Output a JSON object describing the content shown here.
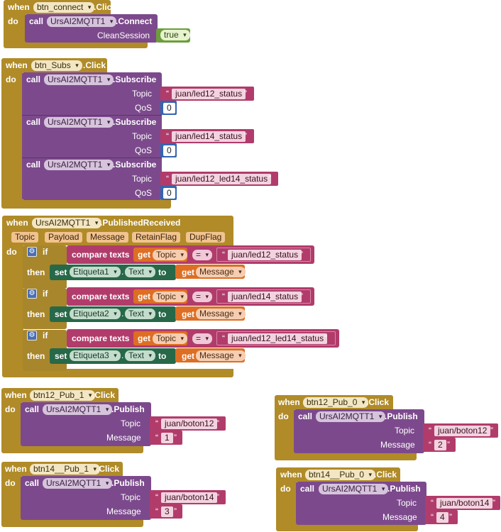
{
  "keywords": {
    "when": "when",
    "do": "do",
    "call": "call",
    "if": "if",
    "then": "then",
    "set": "set",
    "get": "get",
    "to": "to",
    "eq": "=",
    "open_quote": "“",
    "close_quote": "”"
  },
  "b1": {
    "component": "btn_connect",
    "event": ".Click",
    "mqtt": "UrsAI2MQTT1",
    "method": ".Connect",
    "param": "CleanSession",
    "value": "true"
  },
  "b2": {
    "component": "btn_Subs",
    "event": ".Click",
    "calls": [
      {
        "mqtt": "UrsAI2MQTT1",
        "method": ".Subscribe",
        "topic_label": "Topic",
        "topic": "juan/led12_status",
        "qos_label": "QoS",
        "qos": "0"
      },
      {
        "mqtt": "UrsAI2MQTT1",
        "method": ".Subscribe",
        "topic_label": "Topic",
        "topic": "juan/led14_status",
        "qos_label": "QoS",
        "qos": "0"
      },
      {
        "mqtt": "UrsAI2MQTT1",
        "method": ".Subscribe",
        "topic_label": "Topic",
        "topic": "juan/led12_led14_status",
        "qos_label": "QoS",
        "qos": "0"
      }
    ]
  },
  "b3": {
    "component": "UrsAI2MQTT1",
    "event": ".PublishedReceived",
    "params": [
      "Topic",
      "Payload",
      "Message",
      "RetainFlag",
      "DupFlag"
    ],
    "ifs": [
      {
        "op": "compare texts",
        "get_var": "Topic",
        "compare": "juan/led12_status",
        "set_comp": "Etiqueta1",
        "set_prop": "Text",
        "value_var": "Message"
      },
      {
        "op": "compare texts",
        "get_var": "Topic",
        "compare": "juan/led14_status",
        "set_comp": "Etiqueta2",
        "set_prop": "Text",
        "value_var": "Message"
      },
      {
        "op": "compare texts",
        "get_var": "Topic",
        "compare": "juan/led12_led14_status",
        "set_comp": "Etiqueta3",
        "set_prop": "Text",
        "value_var": "Message"
      }
    ]
  },
  "b4": {
    "component": "btn12_Pub_1",
    "event": ".Click",
    "mqtt": "UrsAI2MQTT1",
    "method": ".Publish",
    "topic_label": "Topic",
    "topic": "juan/boton12",
    "msg_label": "Message",
    "message": "1"
  },
  "b5": {
    "component": "btn12_Pub_0",
    "event": ".Click",
    "mqtt": "UrsAI2MQTT1",
    "method": ".Publish",
    "topic_label": "Topic",
    "topic": "juan/boton12",
    "msg_label": "Message",
    "message": "2"
  },
  "b6": {
    "component": "btn14__Pub_1",
    "event": ".Click",
    "mqtt": "UrsAI2MQTT1",
    "method": ".Publish",
    "topic_label": "Topic",
    "topic": "juan/boton14",
    "msg_label": "Message",
    "message": "3"
  },
  "b7": {
    "component": "btn14__Pub_0",
    "event": ".Click",
    "mqtt": "UrsAI2MQTT1",
    "method": ".Publish",
    "topic_label": "Topic",
    "topic": "juan/boton14",
    "msg_label": "Message",
    "message": "4"
  }
}
